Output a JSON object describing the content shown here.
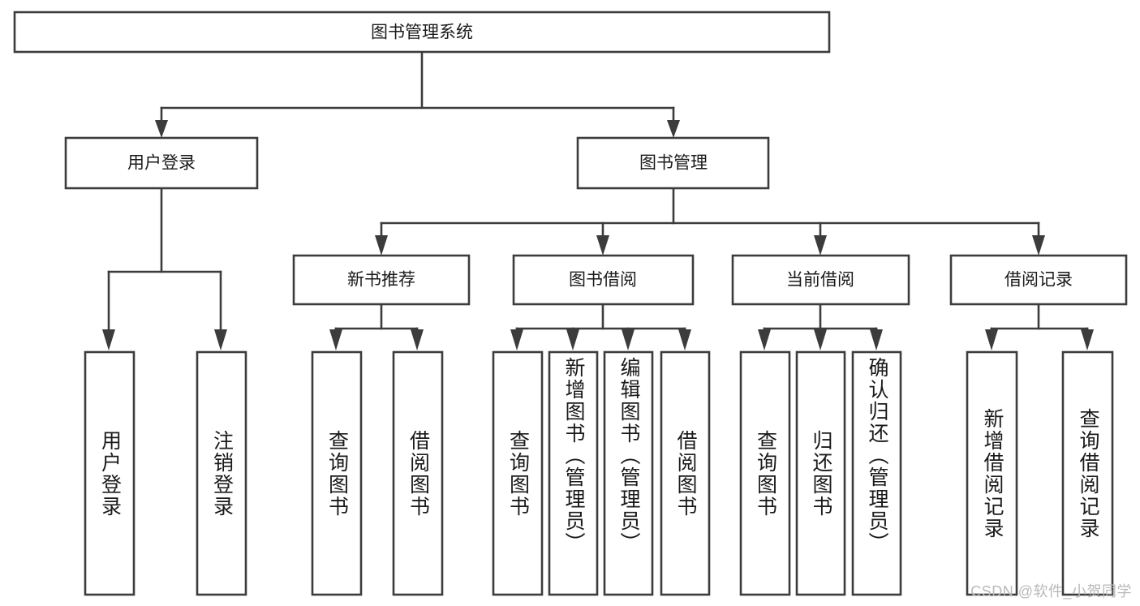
{
  "diagram": {
    "title": "图书管理系统",
    "root": {
      "id": "root",
      "label": "图书管理系统",
      "orientation": "horizontal"
    },
    "level2": [
      {
        "id": "user-login",
        "label": "用户登录",
        "orientation": "horizontal"
      },
      {
        "id": "book-management",
        "label": "图书管理",
        "orientation": "horizontal"
      }
    ],
    "level3": [
      {
        "id": "new-book-recommend",
        "label": "新书推荐",
        "orientation": "horizontal"
      },
      {
        "id": "book-borrow",
        "label": "图书借阅",
        "orientation": "horizontal"
      },
      {
        "id": "current-borrow",
        "label": "当前借阅",
        "orientation": "horizontal"
      },
      {
        "id": "borrow-record",
        "label": "借阅记录",
        "orientation": "horizontal"
      }
    ],
    "leaves": [
      {
        "id": "leaf-user-login",
        "parent": "user-login",
        "label": "用户登录",
        "orientation": "vertical"
      },
      {
        "id": "leaf-user-logout",
        "parent": "user-login",
        "label": "注销登录",
        "orientation": "vertical"
      },
      {
        "id": "leaf-query-book-recommend",
        "parent": "new-book-recommend",
        "label": "查询图书",
        "orientation": "vertical"
      },
      {
        "id": "leaf-borrow-book-recommend",
        "parent": "new-book-recommend",
        "label": "借阅图书",
        "orientation": "vertical"
      },
      {
        "id": "leaf-query-book-borrow",
        "parent": "book-borrow",
        "label": "查询图书",
        "orientation": "vertical"
      },
      {
        "id": "leaf-add-book",
        "parent": "book-borrow",
        "label": "新增图书（管理员）",
        "orientation": "vertical"
      },
      {
        "id": "leaf-edit-book",
        "parent": "book-borrow",
        "label": "编辑图书（管理员）",
        "orientation": "vertical"
      },
      {
        "id": "leaf-borrow-book",
        "parent": "book-borrow",
        "label": "借阅图书",
        "orientation": "vertical"
      },
      {
        "id": "leaf-query-book-current",
        "parent": "current-borrow",
        "label": "查询图书",
        "orientation": "vertical"
      },
      {
        "id": "leaf-return-book",
        "parent": "current-borrow",
        "label": "归还图书",
        "orientation": "vertical"
      },
      {
        "id": "leaf-confirm-return",
        "parent": "current-borrow",
        "label": "确认归还（管理员）",
        "orientation": "vertical"
      },
      {
        "id": "leaf-add-borrow-record",
        "parent": "borrow-record",
        "label": "新增借阅记录",
        "orientation": "vertical"
      },
      {
        "id": "leaf-query-borrow-record",
        "parent": "borrow-record",
        "label": "查询借阅记录",
        "orientation": "vertical"
      }
    ],
    "colors": {
      "stroke": "#3c3c3c",
      "box_fill": "#ffffff",
      "text": "#1a1a1a",
      "background": "#ffffff",
      "watermark": "#b9b9b9"
    }
  },
  "watermark": {
    "text": "CSDN @软件_小贺同学"
  }
}
